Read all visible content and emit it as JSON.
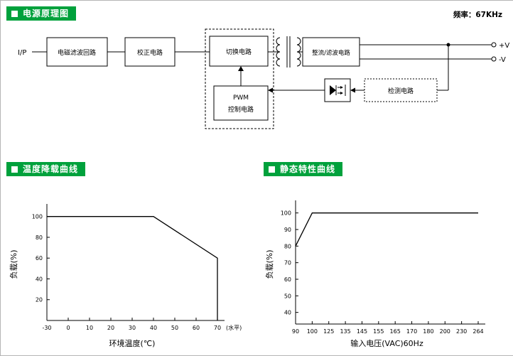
{
  "colors": {
    "header_bg": "#00a13c"
  },
  "header": {
    "schematic_title": "电源原理图",
    "frequency_note": "频率：67KHz"
  },
  "sections": {
    "derating_title": "温度降载曲线",
    "static_title": "静态特性曲线"
  },
  "diagram": {
    "input_label": "I/P",
    "blocks": {
      "emi_filter": "电磁滤波回路",
      "correction": "校正电路",
      "switching": "切换电路",
      "pwm_line1": "PWM",
      "pwm_line2": "控制电路",
      "rectifier": "整流/滤波电路",
      "detection": "检测电路"
    },
    "outputs": {
      "positive": "+V",
      "negative": "-V"
    }
  },
  "chart_data": [
    {
      "type": "line",
      "title": "温度降载曲线",
      "xlabel": "环境温度(℃)",
      "ylabel": "负载(%)",
      "x_ticks": [
        "-30",
        "0",
        "10",
        "20",
        "30",
        "40",
        "50",
        "60",
        "70"
      ],
      "x_suffix": "(水平)",
      "y_ticks": [
        20,
        40,
        60,
        80,
        100
      ],
      "ylim": [
        0,
        108
      ],
      "grid": false,
      "series": [
        {
          "name": "load",
          "points": [
            [
              -30,
              100
            ],
            [
              40,
              100
            ],
            [
              70,
              60
            ],
            [
              70,
              0
            ]
          ]
        }
      ]
    },
    {
      "type": "line",
      "title": "静态特性曲线",
      "xlabel": "输入电压(VAC)60Hz",
      "ylabel": "负载(%)",
      "x_ticks": [
        "90",
        "100",
        "125",
        "135",
        "145",
        "155",
        "165",
        "170",
        "180",
        "200",
        "230",
        "264"
      ],
      "y_ticks": [
        40,
        50,
        60,
        70,
        80,
        90,
        100
      ],
      "ylim": [
        33,
        105
      ],
      "grid": false,
      "series": [
        {
          "name": "load",
          "points": [
            [
              90,
              80
            ],
            [
              100,
              100
            ],
            [
              264,
              100
            ]
          ]
        }
      ]
    }
  ]
}
